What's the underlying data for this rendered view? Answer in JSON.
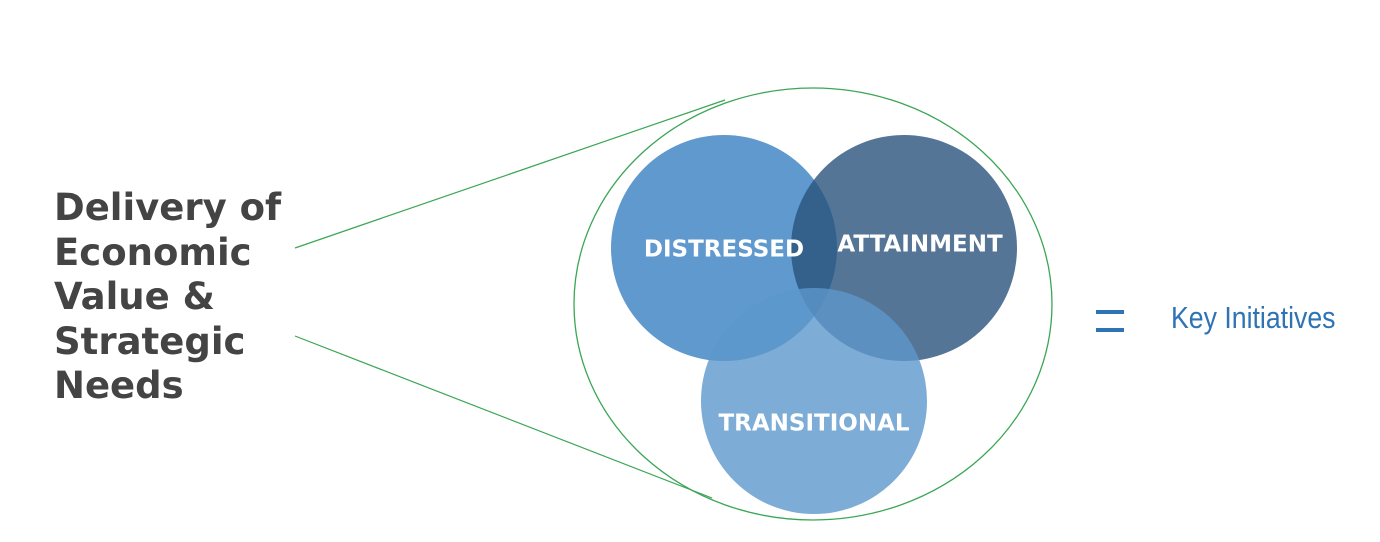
{
  "left_title": {
    "lines": [
      "Delivery of",
      "Economic",
      "Value &",
      "Strategic",
      "Needs"
    ]
  },
  "circles": {
    "distressed": {
      "label": "DISTRESSED",
      "color": "#4a8bc6"
    },
    "attainment": {
      "label": "ATTAINMENT",
      "color": "#406890"
    },
    "transitional": {
      "label": "TRANSITIONAL",
      "color": "#6da0cf"
    }
  },
  "outline_color": "#3aa655",
  "equals_symbol": "=",
  "result_label": "Key Initiatives",
  "accent_color": "#2e74b5"
}
